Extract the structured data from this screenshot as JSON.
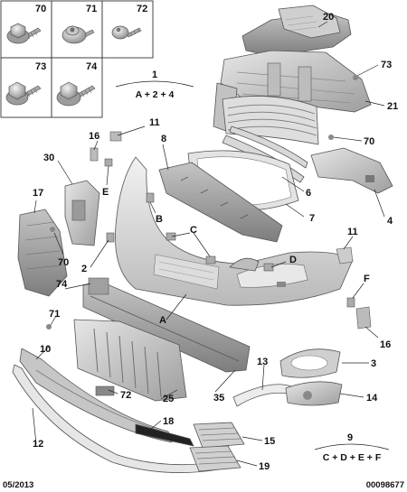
{
  "fasteners": [
    {
      "number": "70",
      "icon": "flanged-bolt-icon"
    },
    {
      "number": "71",
      "icon": "washer-screw-icon"
    },
    {
      "number": "72",
      "icon": "pan-screw-icon"
    },
    {
      "number": "73",
      "icon": "hex-bolt-icon"
    },
    {
      "number": "74",
      "icon": "hex-flange-bolt-icon"
    }
  ],
  "callouts": {
    "c20": "20",
    "c73": "73",
    "c21": "21",
    "c70a": "70",
    "c6": "6",
    "c4": "4",
    "c7": "7",
    "c11a": "11",
    "c8": "8",
    "c16a": "16",
    "c30": "30",
    "cE": "E",
    "c17": "17",
    "cB": "B",
    "cC": "C",
    "c2": "2",
    "c70b": "70",
    "c11b": "11",
    "cD": "D",
    "cF": "F",
    "c74": "74",
    "cA": "A",
    "c16b": "16",
    "c71": "71",
    "c10": "10",
    "c3": "3",
    "c13": "13",
    "c14": "14",
    "c72": "72",
    "c25": "25",
    "c35": "35",
    "c18": "18",
    "c12": "12",
    "c15": "15",
    "c19": "19"
  },
  "formula1": {
    "number": "1",
    "expression": "A + 2 + 4"
  },
  "formula9": {
    "number": "9",
    "expression": "C + D + E + F"
  },
  "footer": {
    "date": "05/2013",
    "reference": "00098677"
  }
}
